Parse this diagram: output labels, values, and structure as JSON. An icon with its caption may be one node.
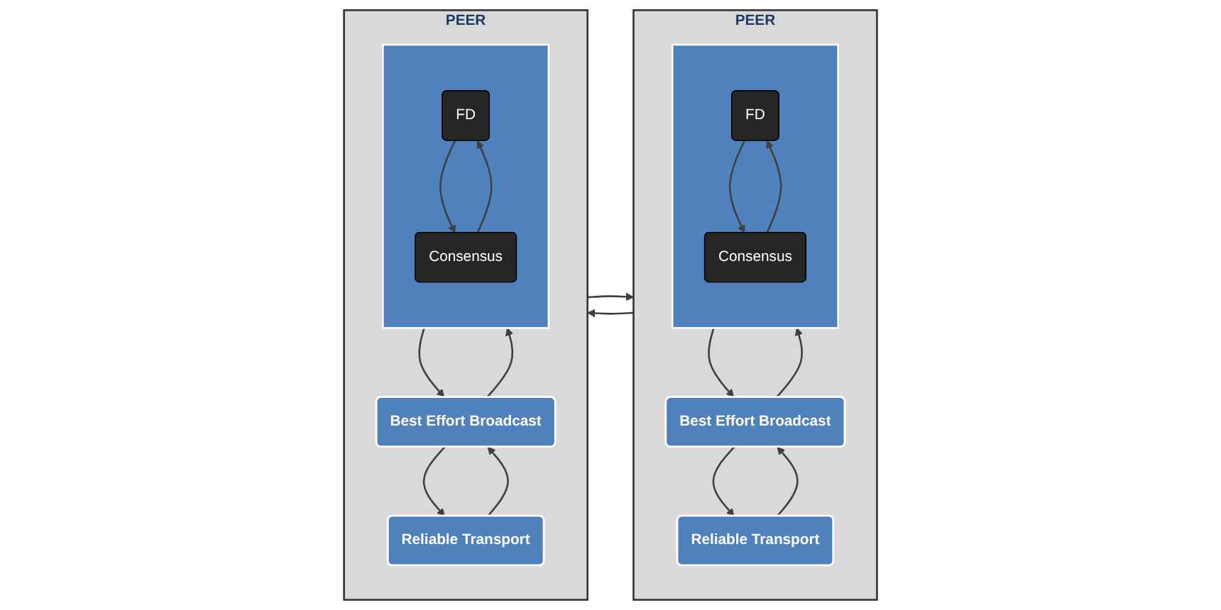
{
  "diagram": {
    "nodes": [
      {
        "text": [
          "PEER"
        ]
      },
      {
        "text": [],
        "shape": "box",
        "in": 0
      },
      {
        "text": [
          "FD"
        ],
        "in": 1
      },
      {
        "text": [
          "Consensus"
        ],
        "in": 1
      },
      {
        "text": [
          "Best Effort Broadcast"
        ],
        "in": 0
      },
      {
        "text": [
          "Reliable Transport"
        ],
        "in": 0
      },
      {
        "text": [
          "PEER"
        ]
      },
      {
        "text": [],
        "shape": "box",
        "in": 6
      },
      {
        "text": [
          "FD"
        ],
        "in": 7
      },
      {
        "text": [
          "Consensus"
        ],
        "in": 7
      },
      {
        "text": [
          "Best Effort Broadcast"
        ],
        "in": 6
      },
      {
        "text": [
          "Reliable Transport"
        ],
        "in": 6
      }
    ],
    "edges": [
      {
        "from": 2,
        "to": 3,
        "arrow": "to"
      },
      {
        "from": 3,
        "to": 2,
        "arrow": "to"
      },
      {
        "from": 1,
        "to": 4,
        "arrow": "to"
      },
      {
        "from": 4,
        "to": 1,
        "arrow": "to"
      },
      {
        "from": 4,
        "to": 5,
        "arrow": "to"
      },
      {
        "from": 5,
        "to": 4,
        "arrow": "to"
      },
      {
        "from": 8,
        "to": 9,
        "arrow": "to"
      },
      {
        "from": 9,
        "to": 8,
        "arrow": "to"
      },
      {
        "from": 7,
        "to": 10,
        "arrow": "to"
      },
      {
        "from": 10,
        "to": 7,
        "arrow": "to"
      },
      {
        "from": 10,
        "to": 11,
        "arrow": "to"
      },
      {
        "from": 11,
        "to": 10,
        "arrow": "to"
      },
      {
        "from": 0,
        "to": 6,
        "arrow": "to"
      },
      {
        "from": 6,
        "to": 0,
        "arrow": "to"
      }
    ]
  }
}
